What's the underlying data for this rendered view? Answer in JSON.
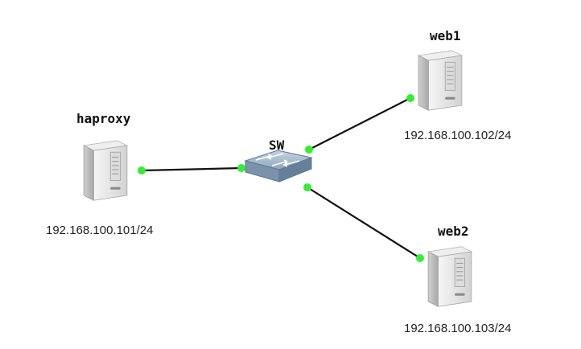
{
  "nodes": {
    "haproxy": {
      "name": "haproxy",
      "ip": "192.168.100.101/24"
    },
    "web1": {
      "name": "web1",
      "ip": "192.168.100.102/24"
    },
    "web2": {
      "name": "web2",
      "ip": "192.168.100.103/24"
    },
    "switch": {
      "name": "SW"
    }
  },
  "colors": {
    "link": "#111111",
    "port": "#33ee33",
    "server_body": "#e6e6e6",
    "switch_top": "#9fb6cc",
    "switch_side": "#6f879e"
  },
  "icons": {
    "server": "server-icon",
    "switch": "switch-icon"
  }
}
